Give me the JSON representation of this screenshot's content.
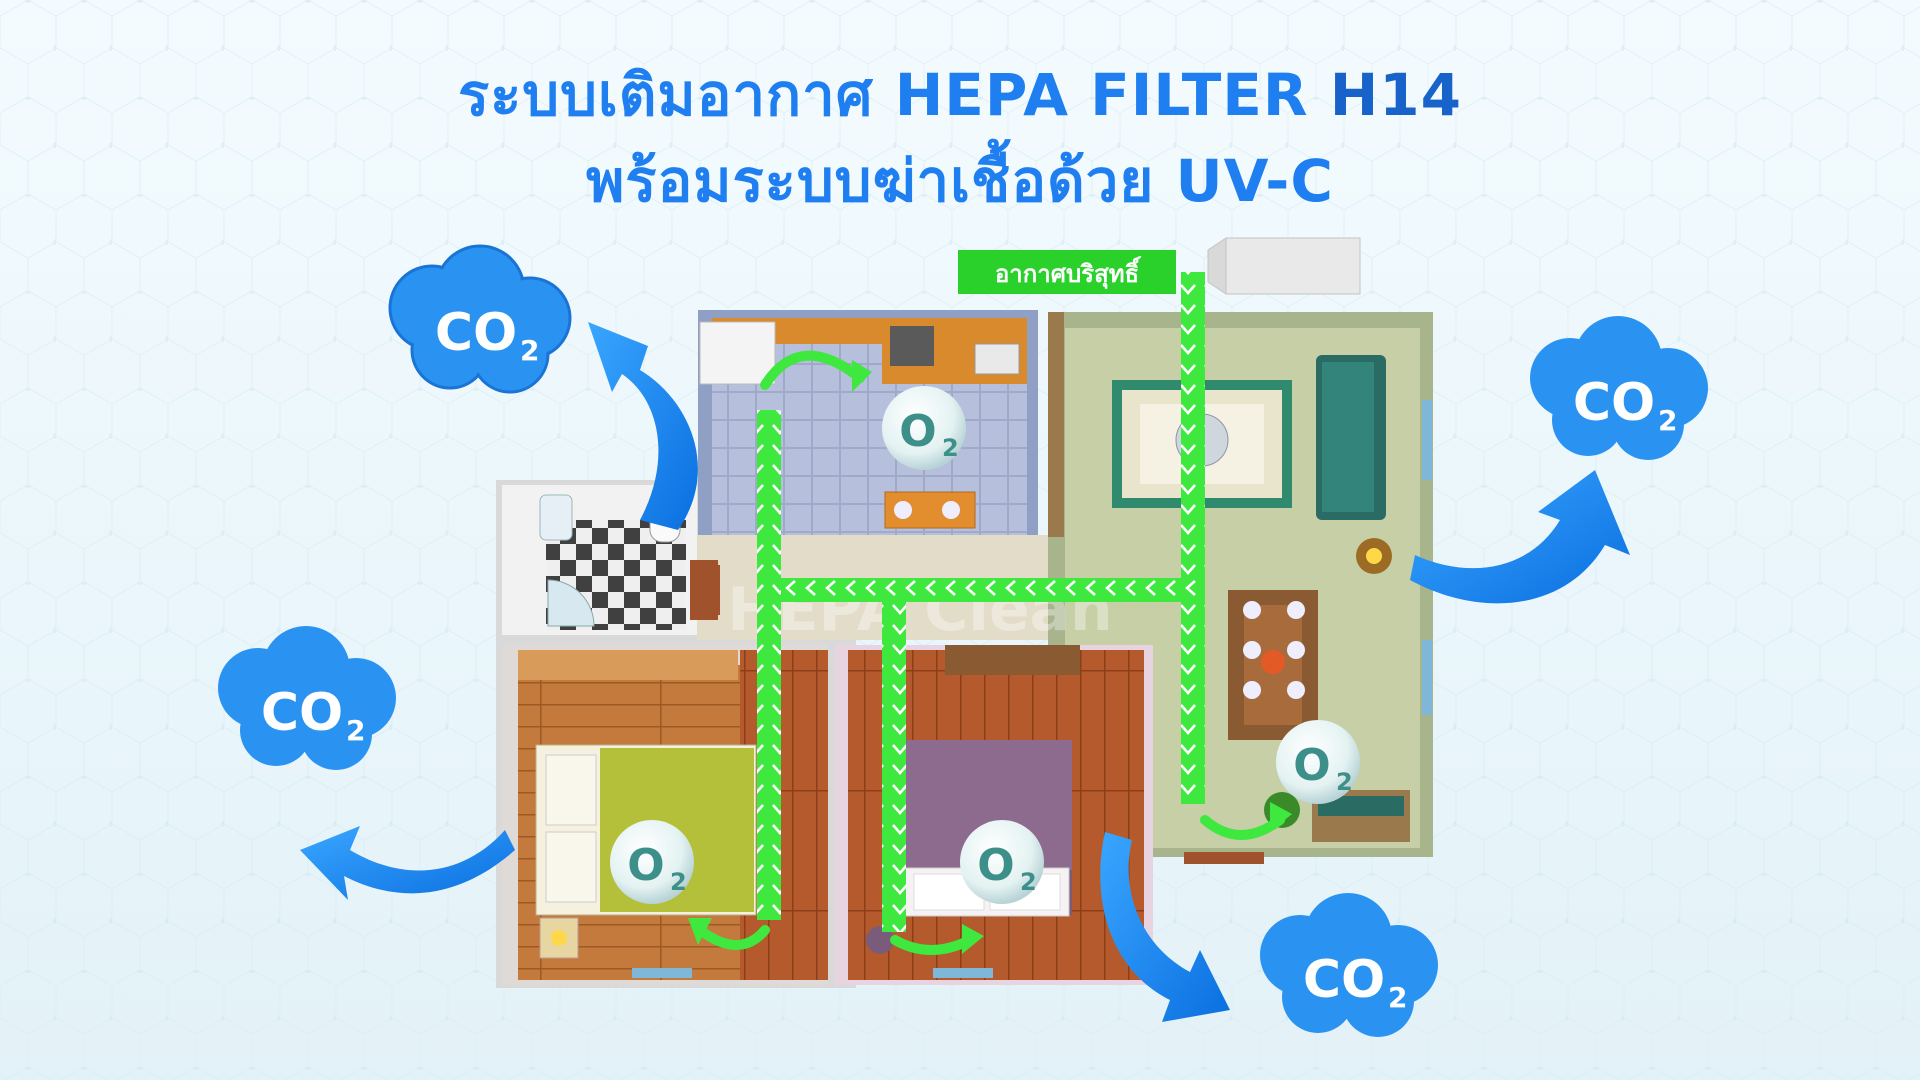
{
  "title": {
    "line1_thai": "ระบบเติมอากาศ",
    "line1_en": "HEPA FILTER",
    "line1_code": "H14",
    "line2": "พร้อมระบบฆ่าเชื้อด้วย UV-C"
  },
  "diagram": {
    "inlet_label": "อากาศบริสุทธิ์",
    "co2_label": "CO",
    "co2_subscript": "2",
    "o2_label": "O",
    "o2_subscript": "2",
    "watermark": "HEPA Clean"
  },
  "colors": {
    "title_blue": "#1f7ff0",
    "title_dark_blue": "#1763c9",
    "airflow_green": "#3ee83e",
    "arrow_blue": "#1a86ee",
    "cloud_blue": "#2a93f2"
  }
}
